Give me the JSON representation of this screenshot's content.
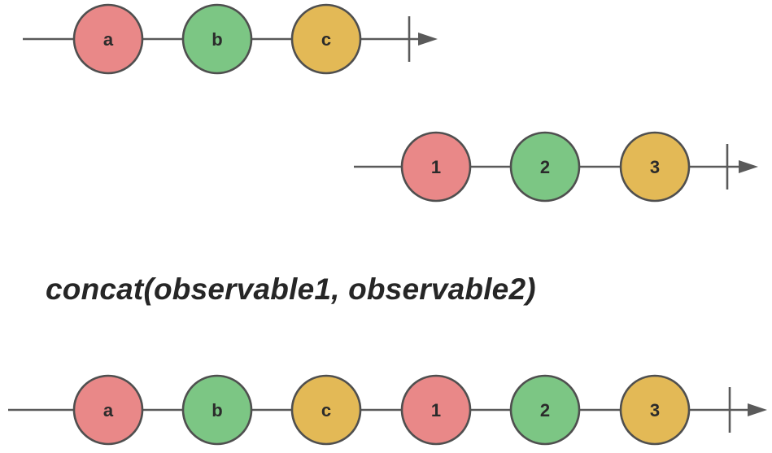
{
  "colors": {
    "line": "#5a5a5a",
    "marble_stroke": "#4f4f4f",
    "red": "#e98888",
    "green": "#7cc684",
    "yellow": "#e3b956"
  },
  "streams": [
    {
      "id": "observable1",
      "marbles": [
        {
          "label": "a",
          "color": "red"
        },
        {
          "label": "b",
          "color": "green"
        },
        {
          "label": "c",
          "color": "yellow"
        }
      ]
    },
    {
      "id": "observable2",
      "marbles": [
        {
          "label": "1",
          "color": "red"
        },
        {
          "label": "2",
          "color": "green"
        },
        {
          "label": "3",
          "color": "yellow"
        }
      ]
    },
    {
      "id": "result",
      "marbles": [
        {
          "label": "a",
          "color": "red"
        },
        {
          "label": "b",
          "color": "green"
        },
        {
          "label": "c",
          "color": "yellow"
        },
        {
          "label": "1",
          "color": "red"
        },
        {
          "label": "2",
          "color": "green"
        },
        {
          "label": "3",
          "color": "yellow"
        }
      ]
    }
  ],
  "operator": {
    "label": "concat(observable1, observable2)"
  }
}
